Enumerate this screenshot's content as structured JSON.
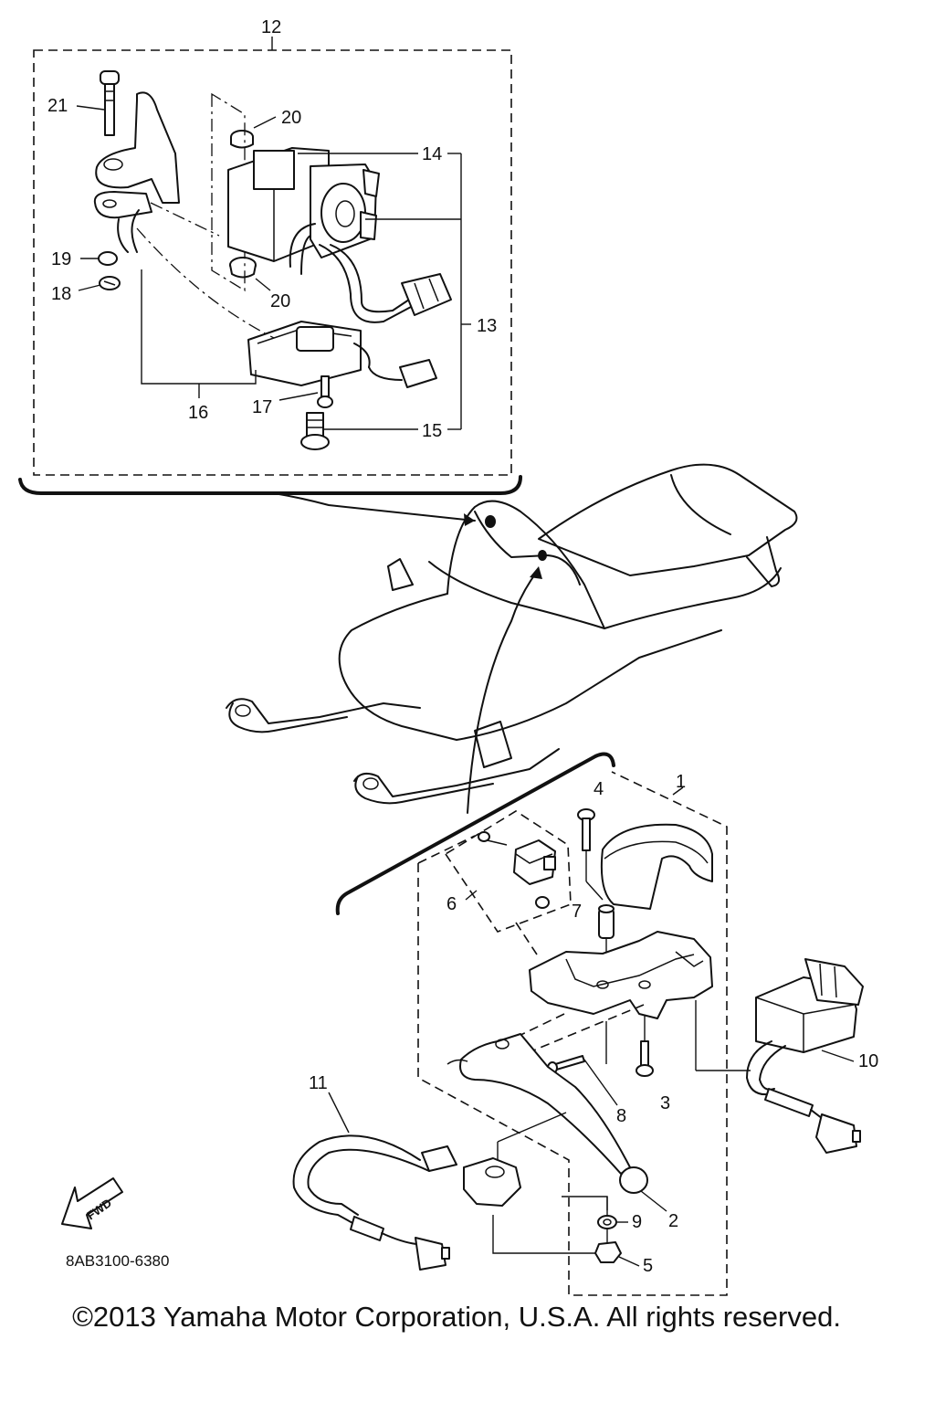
{
  "callouts": [
    {
      "id": "1",
      "label": "1"
    },
    {
      "id": "2",
      "label": "2"
    },
    {
      "id": "3",
      "label": "3"
    },
    {
      "id": "4",
      "label": "4"
    },
    {
      "id": "5",
      "label": "5"
    },
    {
      "id": "6",
      "label": "6"
    },
    {
      "id": "7",
      "label": "7"
    },
    {
      "id": "8",
      "label": "8"
    },
    {
      "id": "9",
      "label": "9"
    },
    {
      "id": "10",
      "label": "10"
    },
    {
      "id": "11",
      "label": "11"
    },
    {
      "id": "12",
      "label": "12"
    },
    {
      "id": "13",
      "label": "13"
    },
    {
      "id": "14",
      "label": "14"
    },
    {
      "id": "15",
      "label": "15"
    },
    {
      "id": "16",
      "label": "16"
    },
    {
      "id": "17",
      "label": "17"
    },
    {
      "id": "18",
      "label": "18"
    },
    {
      "id": "19",
      "label": "19"
    },
    {
      "id": "20a",
      "label": "20"
    },
    {
      "id": "20b",
      "label": "20"
    },
    {
      "id": "21",
      "label": "21"
    }
  ],
  "fwd_label": "FWD",
  "diagram_code": "8AB3100-6380",
  "copyright": "©2013 Yamaha Motor Corporation, U.S.A. All rights reserved."
}
